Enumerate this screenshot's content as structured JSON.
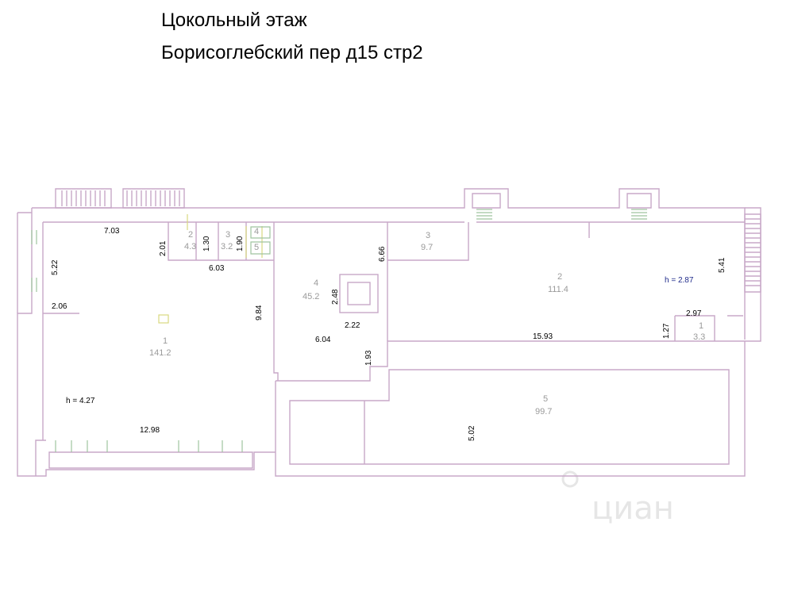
{
  "title_line1": "Цокольный этаж",
  "title_line2": "Борисоглебский пер д15 стр2",
  "watermark": "циан",
  "ceiling_heights": [
    "h = 4.27",
    "h = 2.87"
  ],
  "rooms": [
    {
      "num": "1",
      "area": "141.2"
    },
    {
      "num": "2",
      "area": "4.3"
    },
    {
      "num": "3",
      "area": "3.2"
    },
    {
      "num": "4",
      "area": ""
    },
    {
      "num": "5",
      "area": ""
    },
    {
      "num": "4",
      "area": "45.2"
    },
    {
      "num": "3",
      "area": "9.7"
    },
    {
      "num": "2",
      "area": "111.4"
    },
    {
      "num": "1",
      "area": "3.3"
    },
    {
      "num": "5",
      "area": "99.7"
    }
  ],
  "dimensions": [
    "7.03",
    "2.01",
    "1.30",
    "1.90",
    "6.03",
    "5.22",
    "2.06",
    "9.84",
    "12.98",
    "6.66",
    "2.48",
    "2.22",
    "6.04",
    "1.93",
    "15.93",
    "5.41",
    "2.97",
    "1.27",
    "5.02"
  ],
  "colors": {
    "wall": "#c8a8c8",
    "fixture": "#9fc49f",
    "stair": "#d8d880",
    "height_label": "#1f2a8a"
  }
}
